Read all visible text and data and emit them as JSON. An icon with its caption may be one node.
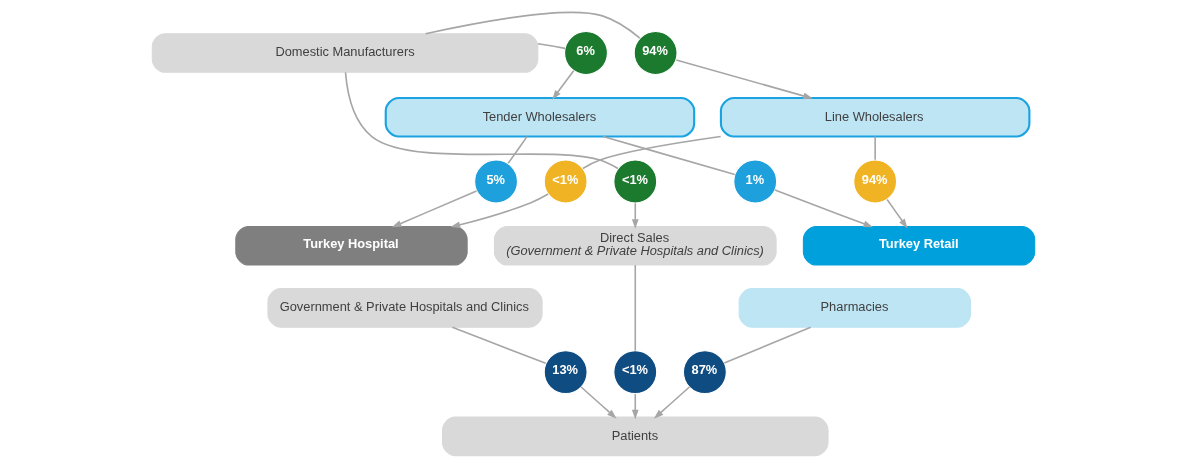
{
  "diagram": {
    "nodes": [
      {
        "text": [
          "Domestic Manufacturers"
        ]
      },
      {
        "text": [
          "6%"
        ]
      },
      {
        "text": [
          "94%"
        ]
      },
      {
        "text": [
          "Tender Wholesalers"
        ]
      },
      {
        "text": [
          "<1%"
        ]
      },
      {
        "text": [
          "Line Wholesalers"
        ]
      },
      {
        "text": [
          "5%"
        ]
      },
      {
        "text": [
          "1%"
        ]
      },
      {
        "text": [
          "<1%"
        ]
      },
      {
        "text": [
          "94%"
        ]
      },
      {
        "text": [
          "Turkey Hospital"
        ]
      },
      {
        "text": [
          "Government & Private Hospitals and Clinics"
        ]
      },
      {
        "text": [
          "Direct Sales",
          "(Government & Private Hospitals and Clinics)"
        ]
      },
      {
        "text": [
          "Turkey Retail"
        ]
      },
      {
        "text": [
          "Pharmacies"
        ]
      },
      {
        "text": [
          "13%"
        ]
      },
      {
        "text": [
          "<1%"
        ]
      },
      {
        "text": [
          "87%"
        ]
      },
      {
        "text": [
          "Patients"
        ]
      }
    ],
    "edges": [
      {
        "from": 0,
        "to": 1,
        "arrow": "none"
      },
      {
        "from": 1,
        "to": 3,
        "arrow": "to"
      },
      {
        "from": 0,
        "to": 2,
        "arrow": "none"
      },
      {
        "from": 2,
        "to": 5,
        "arrow": "to"
      },
      {
        "from": 0,
        "to": 4,
        "arrow": "none"
      },
      {
        "from": 4,
        "to": 12,
        "arrow": "to"
      },
      {
        "from": 3,
        "to": 6,
        "arrow": "none"
      },
      {
        "from": 6,
        "to": 10,
        "arrow": "to"
      },
      {
        "from": 3,
        "to": 7,
        "arrow": "none"
      },
      {
        "from": 7,
        "to": 13,
        "arrow": "to"
      },
      {
        "from": 5,
        "to": 8,
        "arrow": "none"
      },
      {
        "from": 8,
        "to": 10,
        "arrow": "to"
      },
      {
        "from": 5,
        "to": 9,
        "arrow": "none"
      },
      {
        "from": 9,
        "to": 13,
        "arrow": "to"
      },
      {
        "from": 11,
        "to": 15,
        "arrow": "none"
      },
      {
        "from": 15,
        "to": 18,
        "arrow": "to"
      },
      {
        "from": 12,
        "to": 16,
        "arrow": "none"
      },
      {
        "from": 16,
        "to": 18,
        "arrow": "to"
      },
      {
        "from": 14,
        "to": 17,
        "arrow": "none"
      },
      {
        "from": 17,
        "to": 18,
        "arrow": "to"
      }
    ]
  }
}
